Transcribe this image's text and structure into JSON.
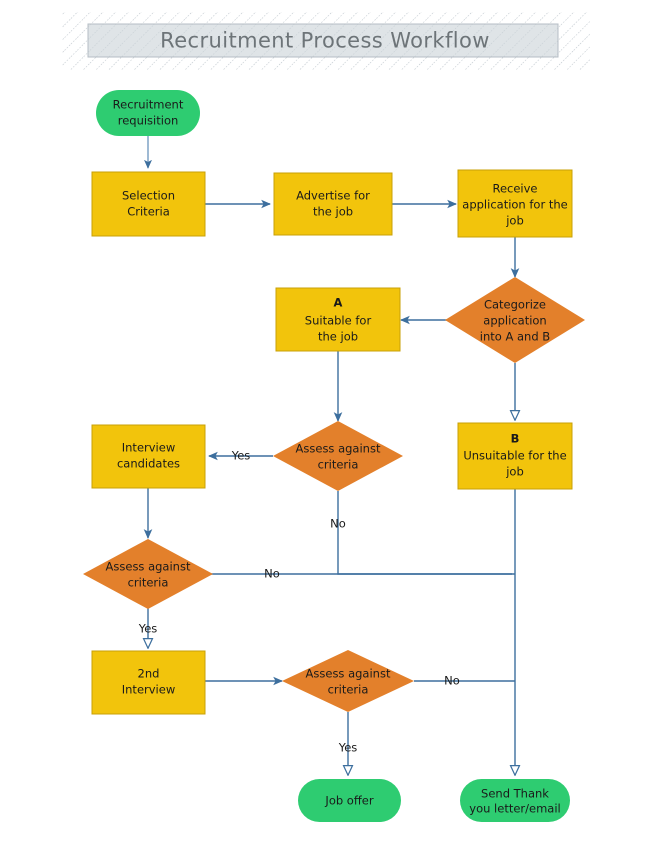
{
  "header": {
    "title": "Recruitment Process Workflow",
    "banner_fill": "#ccd3d8",
    "banner_stroke": "#b8c0c6",
    "hatch_color": "#b9c2c9"
  },
  "theme": {
    "terminal_fill": "#2ECC71",
    "process_fill": "#F2C40C",
    "decision_fill": "#E3802B",
    "connector_color": "#3d6f9e",
    "text_color": "#1a1a1a"
  },
  "diagram": {
    "type": "flowchart",
    "nodes": [
      {
        "id": "start",
        "shape": "terminal",
        "label_lines": [
          "Recruitment",
          "requisition"
        ]
      },
      {
        "id": "selection",
        "shape": "process",
        "label_lines": [
          "Selection",
          "Criteria"
        ]
      },
      {
        "id": "advertise",
        "shape": "process",
        "label_lines": [
          "Advertise for",
          "the job"
        ]
      },
      {
        "id": "receive",
        "shape": "process",
        "label_lines": [
          "Receive",
          "application for the",
          "job"
        ]
      },
      {
        "id": "categorize",
        "shape": "decision",
        "label_lines": [
          "Categorize",
          "application",
          "into A and B"
        ]
      },
      {
        "id": "suitable",
        "shape": "process",
        "label_lines": [
          "A",
          "Suitable for",
          "the job"
        ],
        "bold_first": true
      },
      {
        "id": "unsuitable",
        "shape": "process",
        "label_lines": [
          "B",
          "Unsuitable for the",
          "job"
        ],
        "bold_first": true
      },
      {
        "id": "assess1",
        "shape": "decision",
        "label_lines": [
          "Assess against",
          "criteria"
        ]
      },
      {
        "id": "interview",
        "shape": "process",
        "label_lines": [
          "Interview",
          "candidates"
        ]
      },
      {
        "id": "assess2",
        "shape": "decision",
        "label_lines": [
          "Assess against",
          "criteria"
        ]
      },
      {
        "id": "second",
        "shape": "process",
        "label_lines": [
          "2nd",
          "Interview"
        ]
      },
      {
        "id": "assess3",
        "shape": "decision",
        "label_lines": [
          "Assess against",
          "criteria"
        ]
      },
      {
        "id": "joboffer",
        "shape": "terminal",
        "label_lines": [
          "Job offer"
        ]
      },
      {
        "id": "thankyou",
        "shape": "terminal",
        "label_lines": [
          "Send Thank",
          "you letter/email"
        ]
      }
    ],
    "edges": [
      {
        "from": "start",
        "to": "selection",
        "label": ""
      },
      {
        "from": "selection",
        "to": "advertise",
        "label": ""
      },
      {
        "from": "advertise",
        "to": "receive",
        "label": ""
      },
      {
        "from": "receive",
        "to": "categorize",
        "label": ""
      },
      {
        "from": "categorize",
        "to": "suitable",
        "label": ""
      },
      {
        "from": "categorize",
        "to": "unsuitable",
        "label": ""
      },
      {
        "from": "suitable",
        "to": "assess1",
        "label": ""
      },
      {
        "from": "assess1",
        "to": "interview",
        "label": "Yes"
      },
      {
        "from": "assess1",
        "to": "thankyou",
        "label": "No"
      },
      {
        "from": "interview",
        "to": "assess2",
        "label": ""
      },
      {
        "from": "assess2",
        "to": "thankyou",
        "label": "No"
      },
      {
        "from": "assess2",
        "to": "second",
        "label": "Yes"
      },
      {
        "from": "second",
        "to": "assess3",
        "label": ""
      },
      {
        "from": "assess3",
        "to": "thankyou",
        "label": "No"
      },
      {
        "from": "assess3",
        "to": "joboffer",
        "label": "Yes"
      },
      {
        "from": "unsuitable",
        "to": "thankyou",
        "label": ""
      }
    ],
    "edge_labels": {
      "assess1_yes": "Yes",
      "assess1_no": "No",
      "assess2_no": "No",
      "assess2_yes": "Yes",
      "assess3_no": "No",
      "assess3_yes": "Yes"
    },
    "node_labels": {
      "start_l1": "Recruitment",
      "start_l2": "requisition",
      "selection_l1": "Selection",
      "selection_l2": "Criteria",
      "advertise_l1": "Advertise for",
      "advertise_l2": "the job",
      "receive_l1": "Receive",
      "receive_l2": "application for the",
      "receive_l3": "job",
      "categorize_l1": "Categorize",
      "categorize_l2": "application",
      "categorize_l3": "into A and B",
      "suitable_l1": "A",
      "suitable_l2": "Suitable for",
      "suitable_l3": "the job",
      "unsuitable_l1": "B",
      "unsuitable_l2": "Unsuitable for the",
      "unsuitable_l3": "job",
      "assess1_l1": "Assess against",
      "assess1_l2": "criteria",
      "interview_l1": "Interview",
      "interview_l2": "candidates",
      "assess2_l1": "Assess against",
      "assess2_l2": "criteria",
      "second_l1": "2nd",
      "second_l2": "Interview",
      "assess3_l1": "Assess against",
      "assess3_l2": "criteria",
      "joboffer_l1": "Job offer",
      "thankyou_l1": "Send Thank",
      "thankyou_l2": "you letter/email"
    }
  }
}
